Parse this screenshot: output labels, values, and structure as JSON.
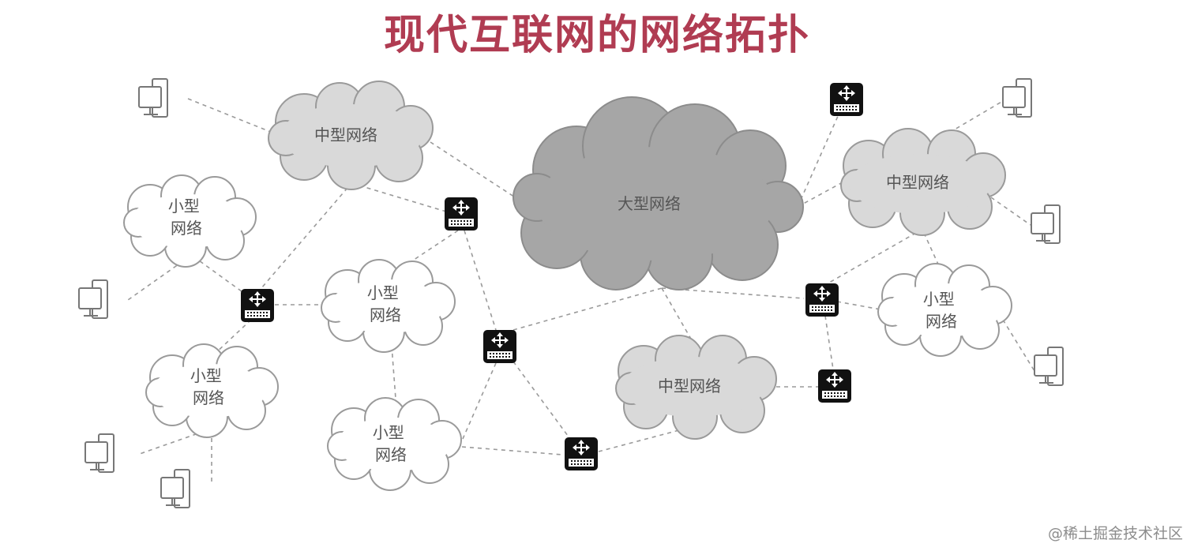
{
  "title": "现代互联网的网络拓扑",
  "watermark": "@稀土掘金技术社区",
  "colors": {
    "title": "#b03c52",
    "large_cloud_fill": "#a6a6a6",
    "medium_cloud_fill": "#d9d9d9",
    "small_cloud_fill": "#ffffff",
    "cloud_stroke": "#9a9a9a",
    "link": "#9a9a9a",
    "router_fill": "#111111"
  },
  "clouds": {
    "large": {
      "lines": [
        "大型网络"
      ]
    },
    "medium_top_left": {
      "lines": [
        "中型网络"
      ]
    },
    "medium_right": {
      "lines": [
        "中型网络"
      ]
    },
    "medium_bottom": {
      "lines": [
        "中型网络"
      ]
    },
    "small_left_top": {
      "lines": [
        "小型",
        "网络"
      ]
    },
    "small_left_bottom": {
      "lines": [
        "小型",
        "网络"
      ]
    },
    "small_center": {
      "lines": [
        "小型",
        "网络"
      ]
    },
    "small_bottom_center": {
      "lines": [
        "小型",
        "网络"
      ]
    },
    "small_right": {
      "lines": [
        "小型",
        "网络"
      ]
    }
  },
  "icons": {
    "computer": "computer-icon",
    "router": "router-icon"
  }
}
